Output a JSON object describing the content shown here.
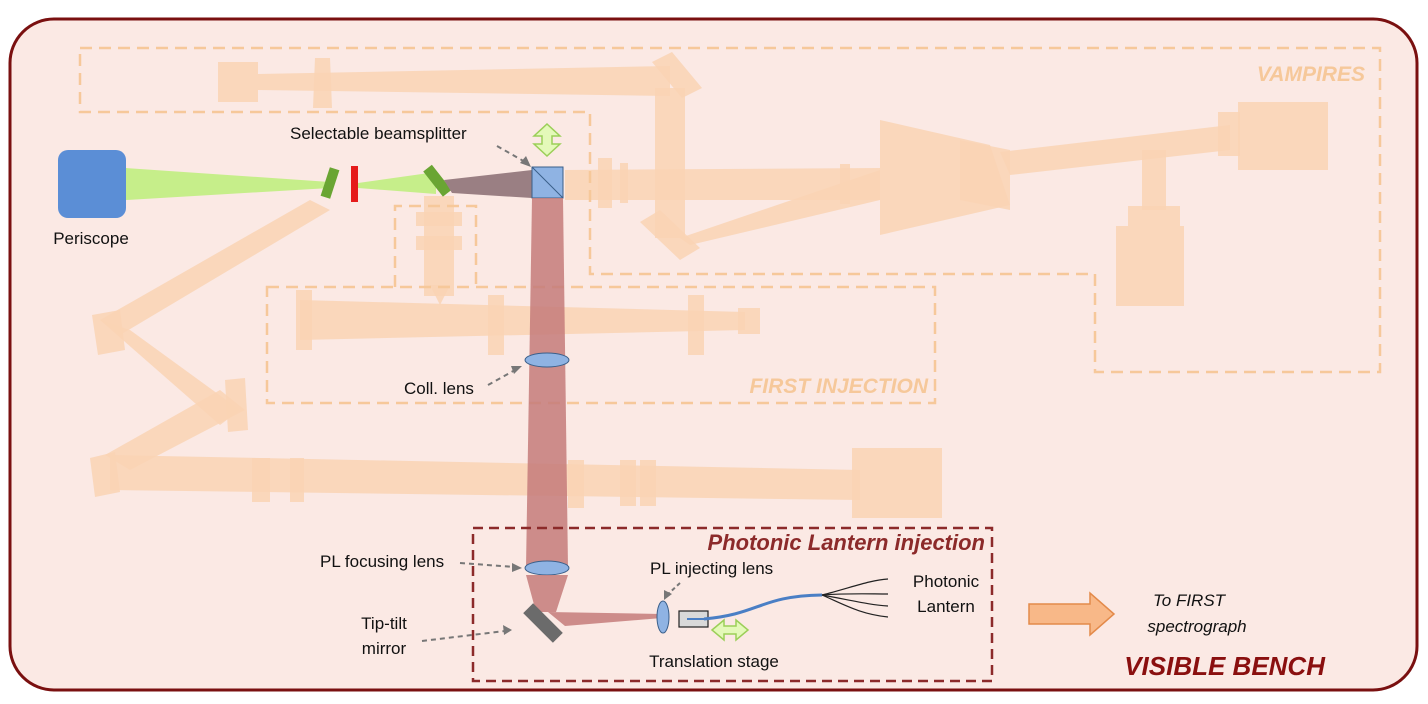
{
  "bench": {
    "title": "VISIBLE BENCH",
    "background_color": "#fbe9e4",
    "border_color": "#7a1010"
  },
  "regions": {
    "vampires": "VAMPIRES",
    "first_injection": "FIRST INJECTION",
    "pl_injection": "Photonic Lantern injection"
  },
  "labels": {
    "periscope": "Periscope",
    "beamsplitter": "Selectable beamsplitter",
    "coll_lens": "Coll. lens",
    "pl_focusing_lens": "PL focusing lens",
    "tip_tilt_line1": "Tip-tilt",
    "tip_tilt_line2": "mirror",
    "pl_injecting_lens": "PL injecting lens",
    "translation_stage": "Translation stage",
    "photonic_line1": "Photonic",
    "photonic_line2": "Lantern",
    "to_first_line1": "To FIRST",
    "to_first_line2": "spectrograph"
  },
  "colors": {
    "beam_green": "#c6ee8a",
    "beam_red": "#c47b7a",
    "periscope_blue": "#5b8ed6",
    "lens_blue": "#8fb3e3",
    "mirror_green": "#6aa533",
    "filter_red": "#e51b1b",
    "ghost_orange": "#f9d4b4",
    "fiber_blue": "#4a7fc5",
    "arrow_orange": "#f8b888"
  },
  "icons": {
    "periscope": "square-block",
    "beamsplitter": "cube-icon",
    "tip_tilt": "flat-mirror-icon",
    "translation": "double-arrow-icon"
  }
}
